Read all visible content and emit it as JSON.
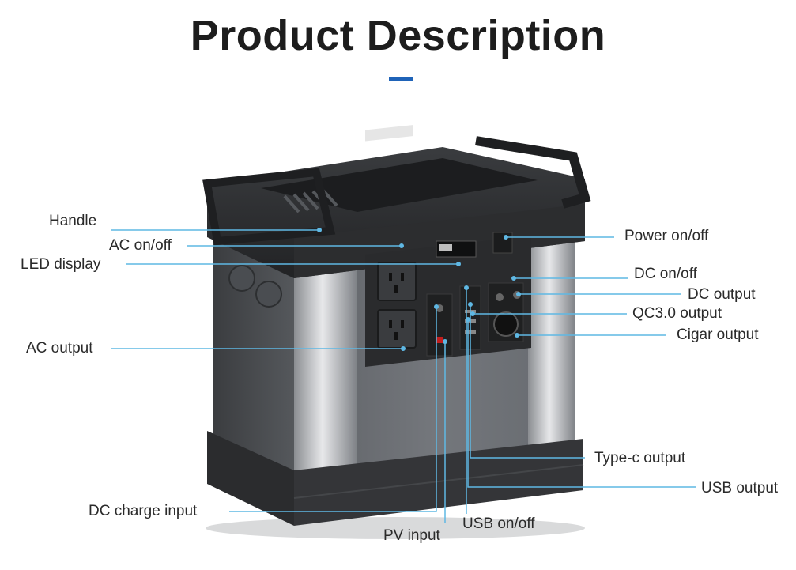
{
  "title": "Product Description",
  "colors": {
    "leader_line": "#5fb8e4",
    "accent_bar": "#1f63b8",
    "title_text": "#1d1d1d"
  },
  "labels": {
    "handle": "Handle",
    "ac_on_off": "AC on/off",
    "led_display": "LED display",
    "ac_output": "AC output",
    "dc_charge_input": "DC charge input",
    "pv_input": "PV input",
    "usb_on_off": "USB on/off",
    "power_on_off": "Power on/off",
    "dc_on_off": "DC on/off",
    "dc_output": "DC output",
    "qc3_output": "QC3.0 output",
    "cigar_output": "Cigar output",
    "type_c_output": "Type-c output",
    "usb_output": "USB output"
  }
}
